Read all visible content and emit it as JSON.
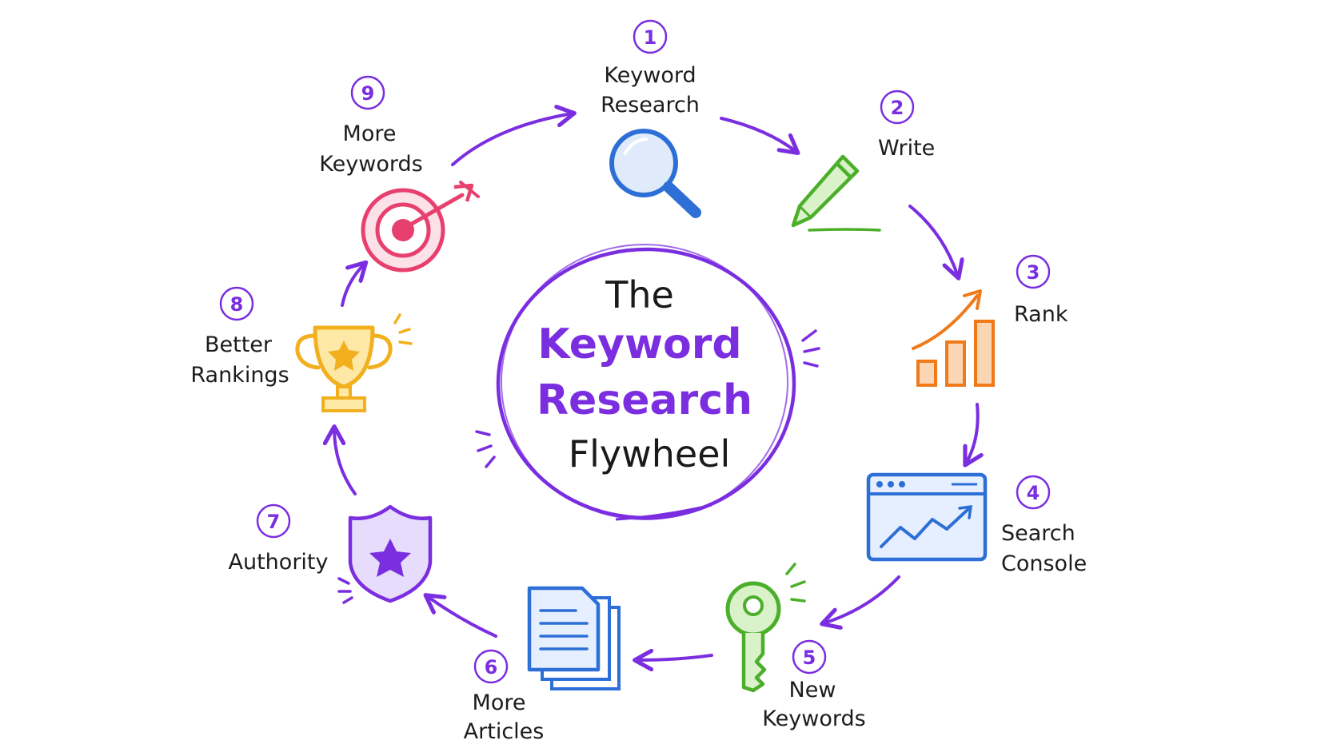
{
  "title": {
    "line1": "The",
    "line2": "Keyword",
    "line3": "Research",
    "line4": "Flywheel"
  },
  "colors": {
    "accent": "#7a2ee0",
    "blue": "#2d6fd6",
    "green": "#4caf2a",
    "orange": "#f07a1a",
    "gold": "#f2b01e",
    "pink": "#e8406e"
  },
  "steps": [
    {
      "num": "1",
      "line1": "Keyword",
      "line2": "Research",
      "icon": "magnifier-icon"
    },
    {
      "num": "2",
      "line1": "Write",
      "line2": "",
      "icon": "pencil-icon"
    },
    {
      "num": "3",
      "line1": "Rank",
      "line2": "",
      "icon": "bar-chart-icon"
    },
    {
      "num": "4",
      "line1": "Search",
      "line2": "Console",
      "icon": "browser-chart-icon"
    },
    {
      "num": "5",
      "line1": "New",
      "line2": "Keywords",
      "icon": "key-icon"
    },
    {
      "num": "6",
      "line1": "More",
      "line2": "Articles",
      "icon": "documents-icon"
    },
    {
      "num": "7",
      "line1": "Authority",
      "line2": "",
      "icon": "shield-star-icon"
    },
    {
      "num": "8",
      "line1": "Better",
      "line2": "Rankings",
      "icon": "trophy-icon"
    },
    {
      "num": "9",
      "line1": "More",
      "line2": "Keywords",
      "icon": "target-icon"
    }
  ]
}
